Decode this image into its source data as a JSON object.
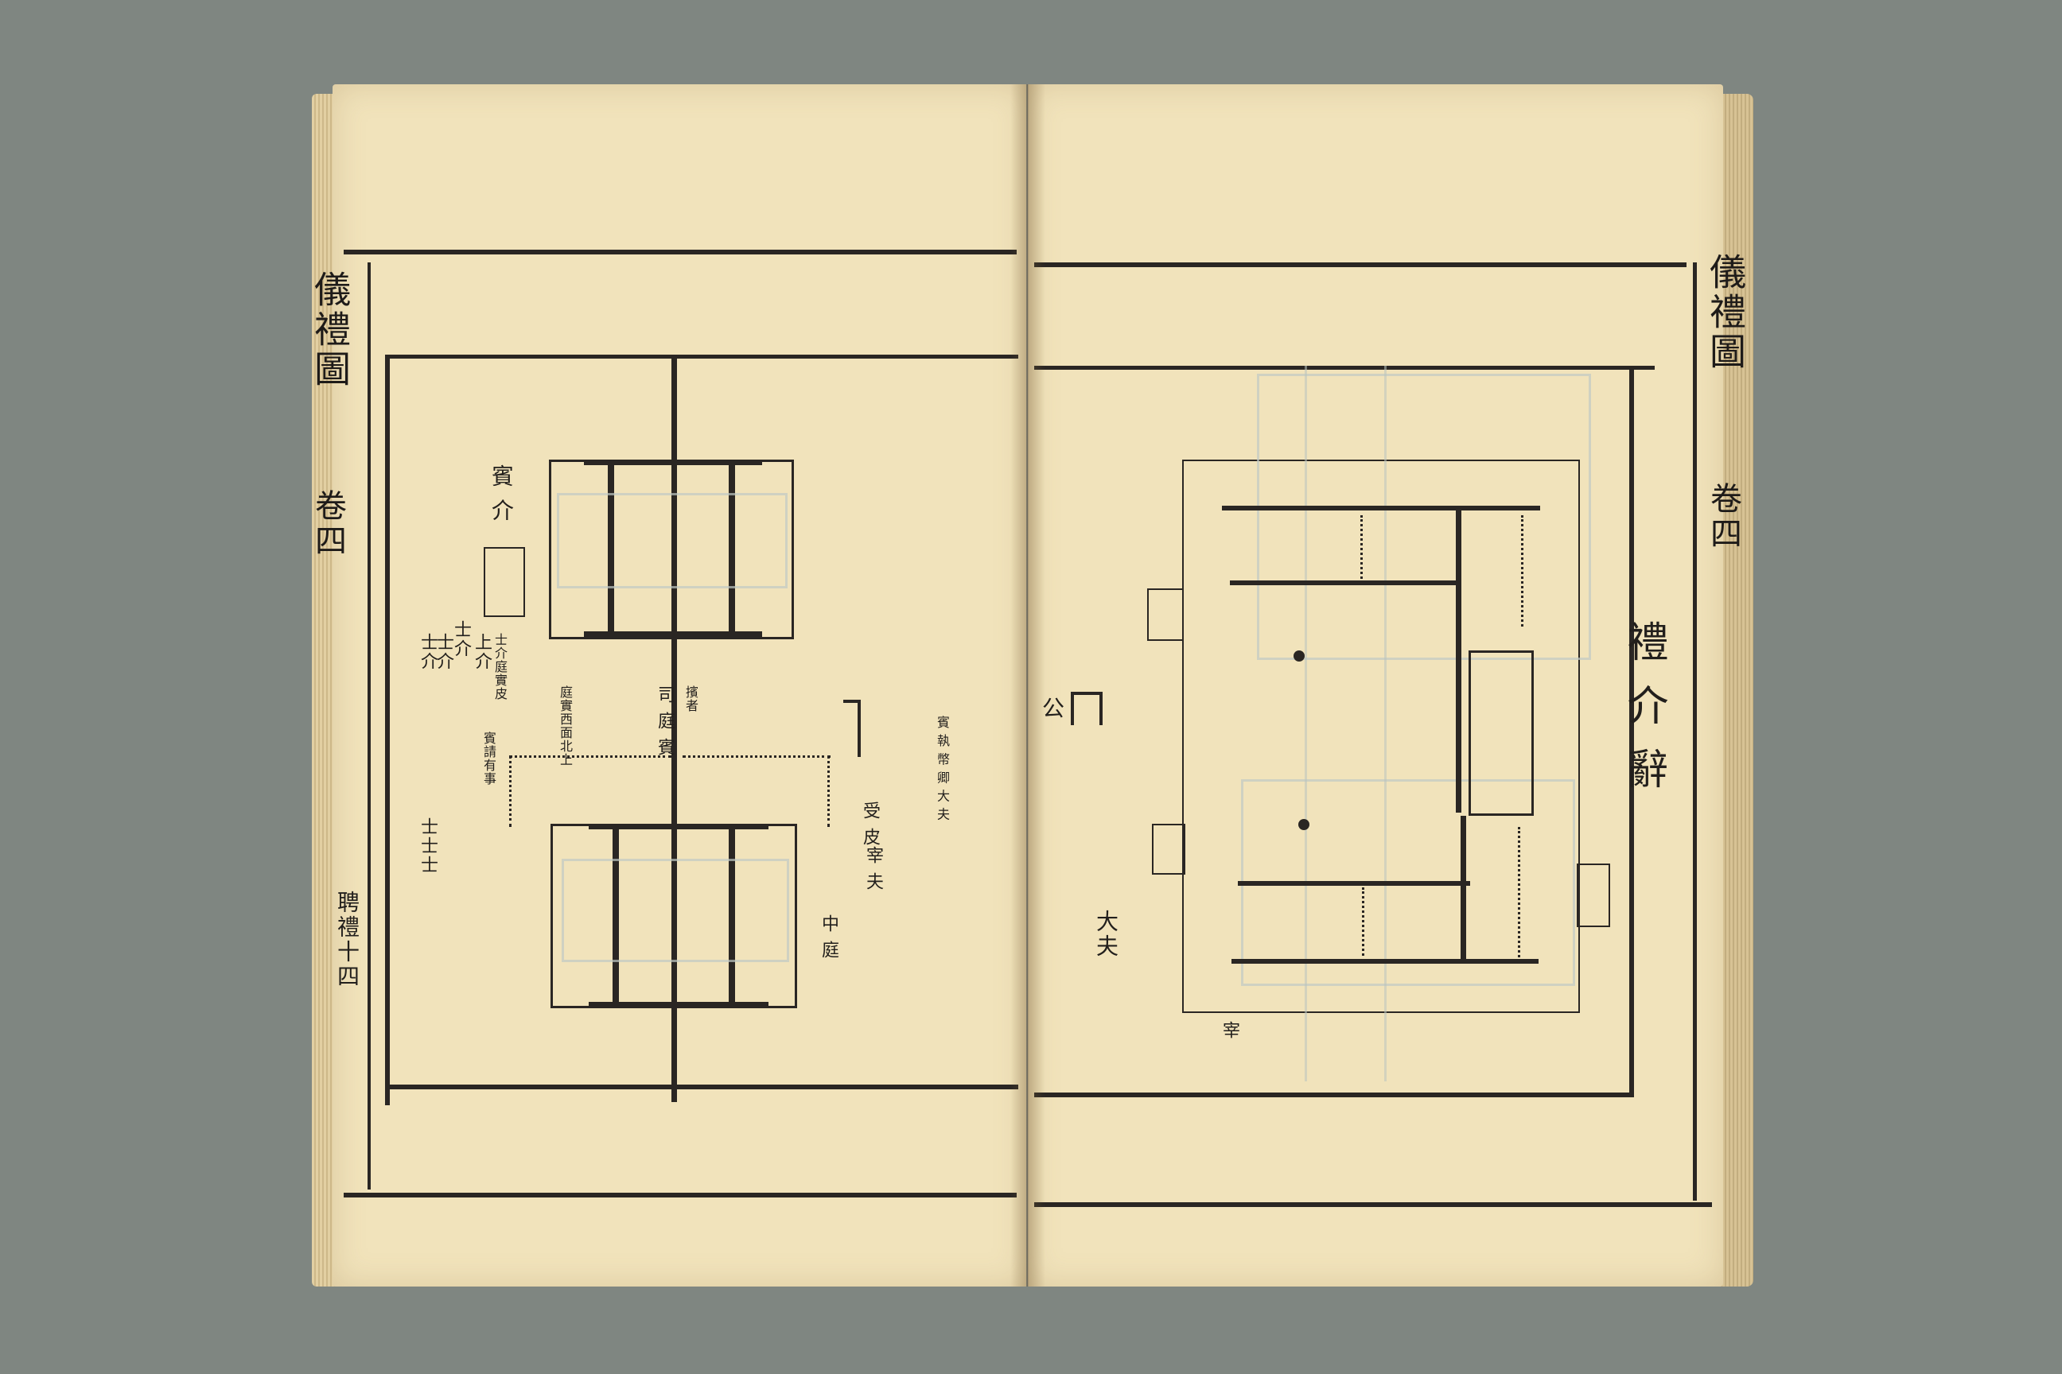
{
  "book": {
    "left_page": {
      "margin_title": "儀禮圖",
      "volume": "卷四",
      "folio": "聘禮十四",
      "labels": {
        "bin_jie": "賓 介",
        "jie1": "上介",
        "jie2": "士介",
        "jie3": "士介",
        "jie4": "士介",
        "col_a": "士介庭實皮",
        "col_b": "賓請有事",
        "col_c": "庭實西面北上",
        "col_d": "司 庭 賓",
        "col_e": "擯者",
        "col_f": "賓 執 幣 卿 大 夫",
        "col_g": "受 皮",
        "shi": "士士士",
        "zai": "宰 夫",
        "zhong": "中 庭"
      }
    },
    "right_page": {
      "margin_title": "儀禮圖",
      "volume": "卷四",
      "title": "禮介辭",
      "labels": {
        "gong": "公",
        "dafu": "大夫",
        "zai": "宰"
      }
    }
  }
}
